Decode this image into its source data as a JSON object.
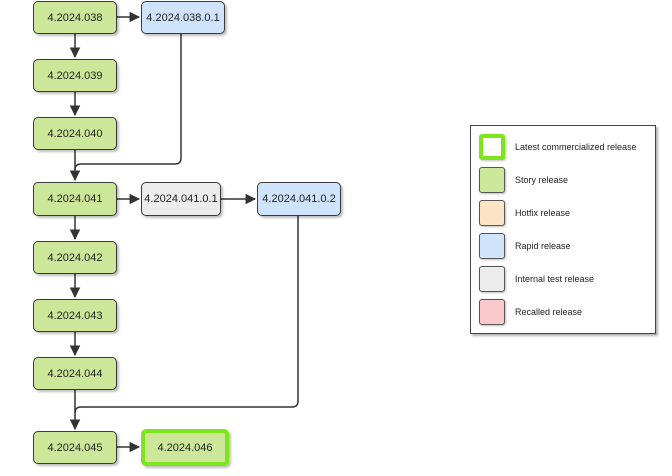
{
  "nodes": {
    "n038": "4.2024.038",
    "n038_0_1": "4.2024.038.0.1",
    "n039": "4.2024.039",
    "n040": "4.2024.040",
    "n041": "4.2024.041",
    "n041_0_1": "4.2024.041.0.1",
    "n041_0_2": "4.2024.041.0.2",
    "n042": "4.2024.042",
    "n043": "4.2024.043",
    "n044": "4.2024.044",
    "n045": "4.2024.045",
    "n046": "4.2024.046"
  },
  "legend": {
    "latest": "Latest commercialized release",
    "story": "Story release",
    "hotfix": "Hotfix release",
    "rapid": "Rapid release",
    "internal": "Internal test release",
    "recalled": "Recalled release"
  },
  "colors": {
    "story": "#cce79a",
    "rapid": "#cfe4fa",
    "internal": "#ececec",
    "hotfix": "#fce3c3",
    "recalled": "#f9c9cc",
    "latest_border": "#7ee51c"
  }
}
